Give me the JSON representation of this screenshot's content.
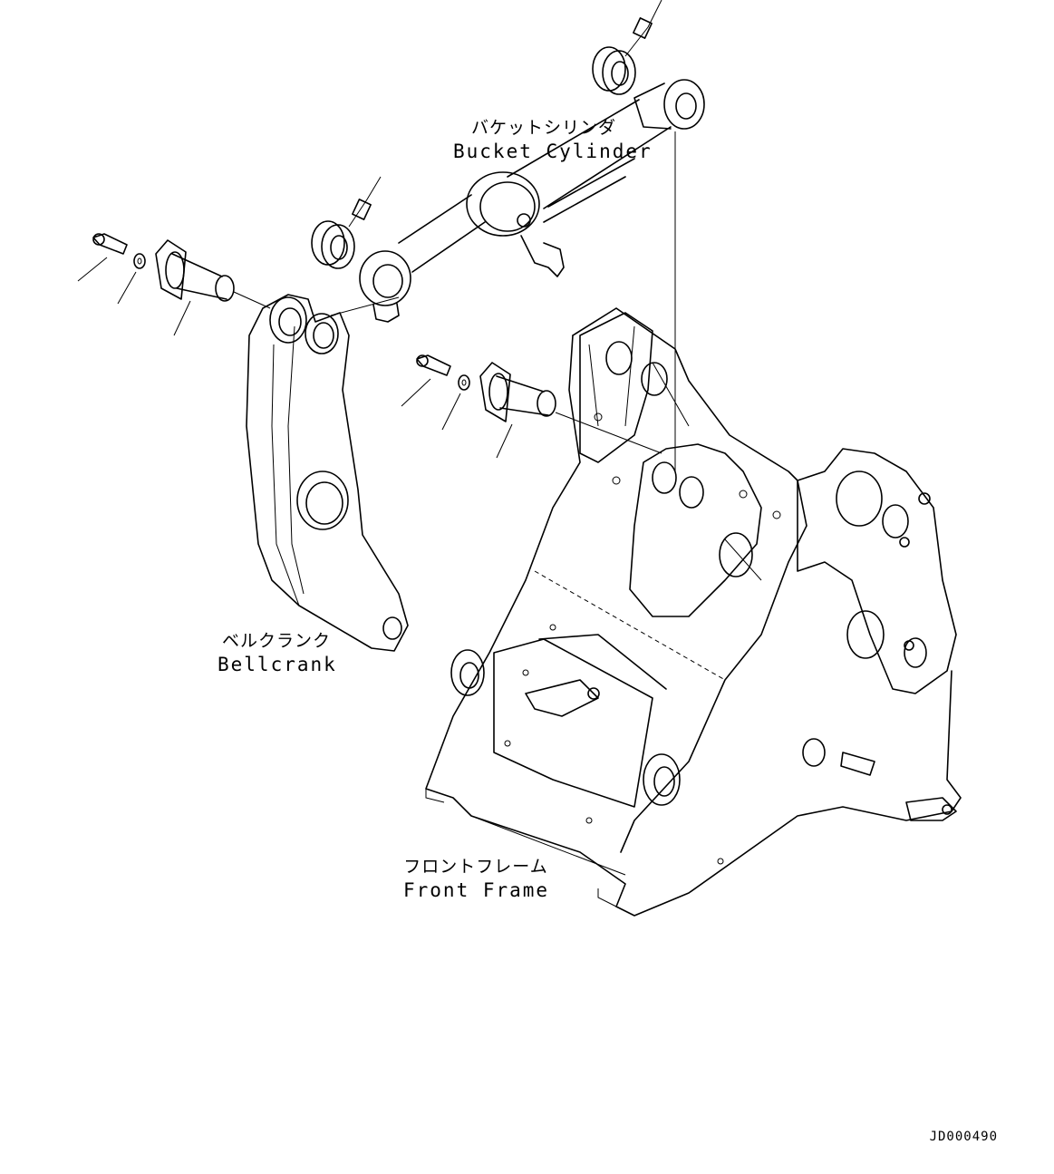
{
  "labels": {
    "bucket_cylinder_jp": "バケットシリンダ",
    "bucket_cylinder_en": "Bucket Cylinder",
    "bellcrank_jp": "ベルクランク",
    "bellcrank_en": "Bellcrank",
    "front_frame_jp": "フロントフレーム",
    "front_frame_en": "Front Frame"
  },
  "drawing_code": "JD000490"
}
